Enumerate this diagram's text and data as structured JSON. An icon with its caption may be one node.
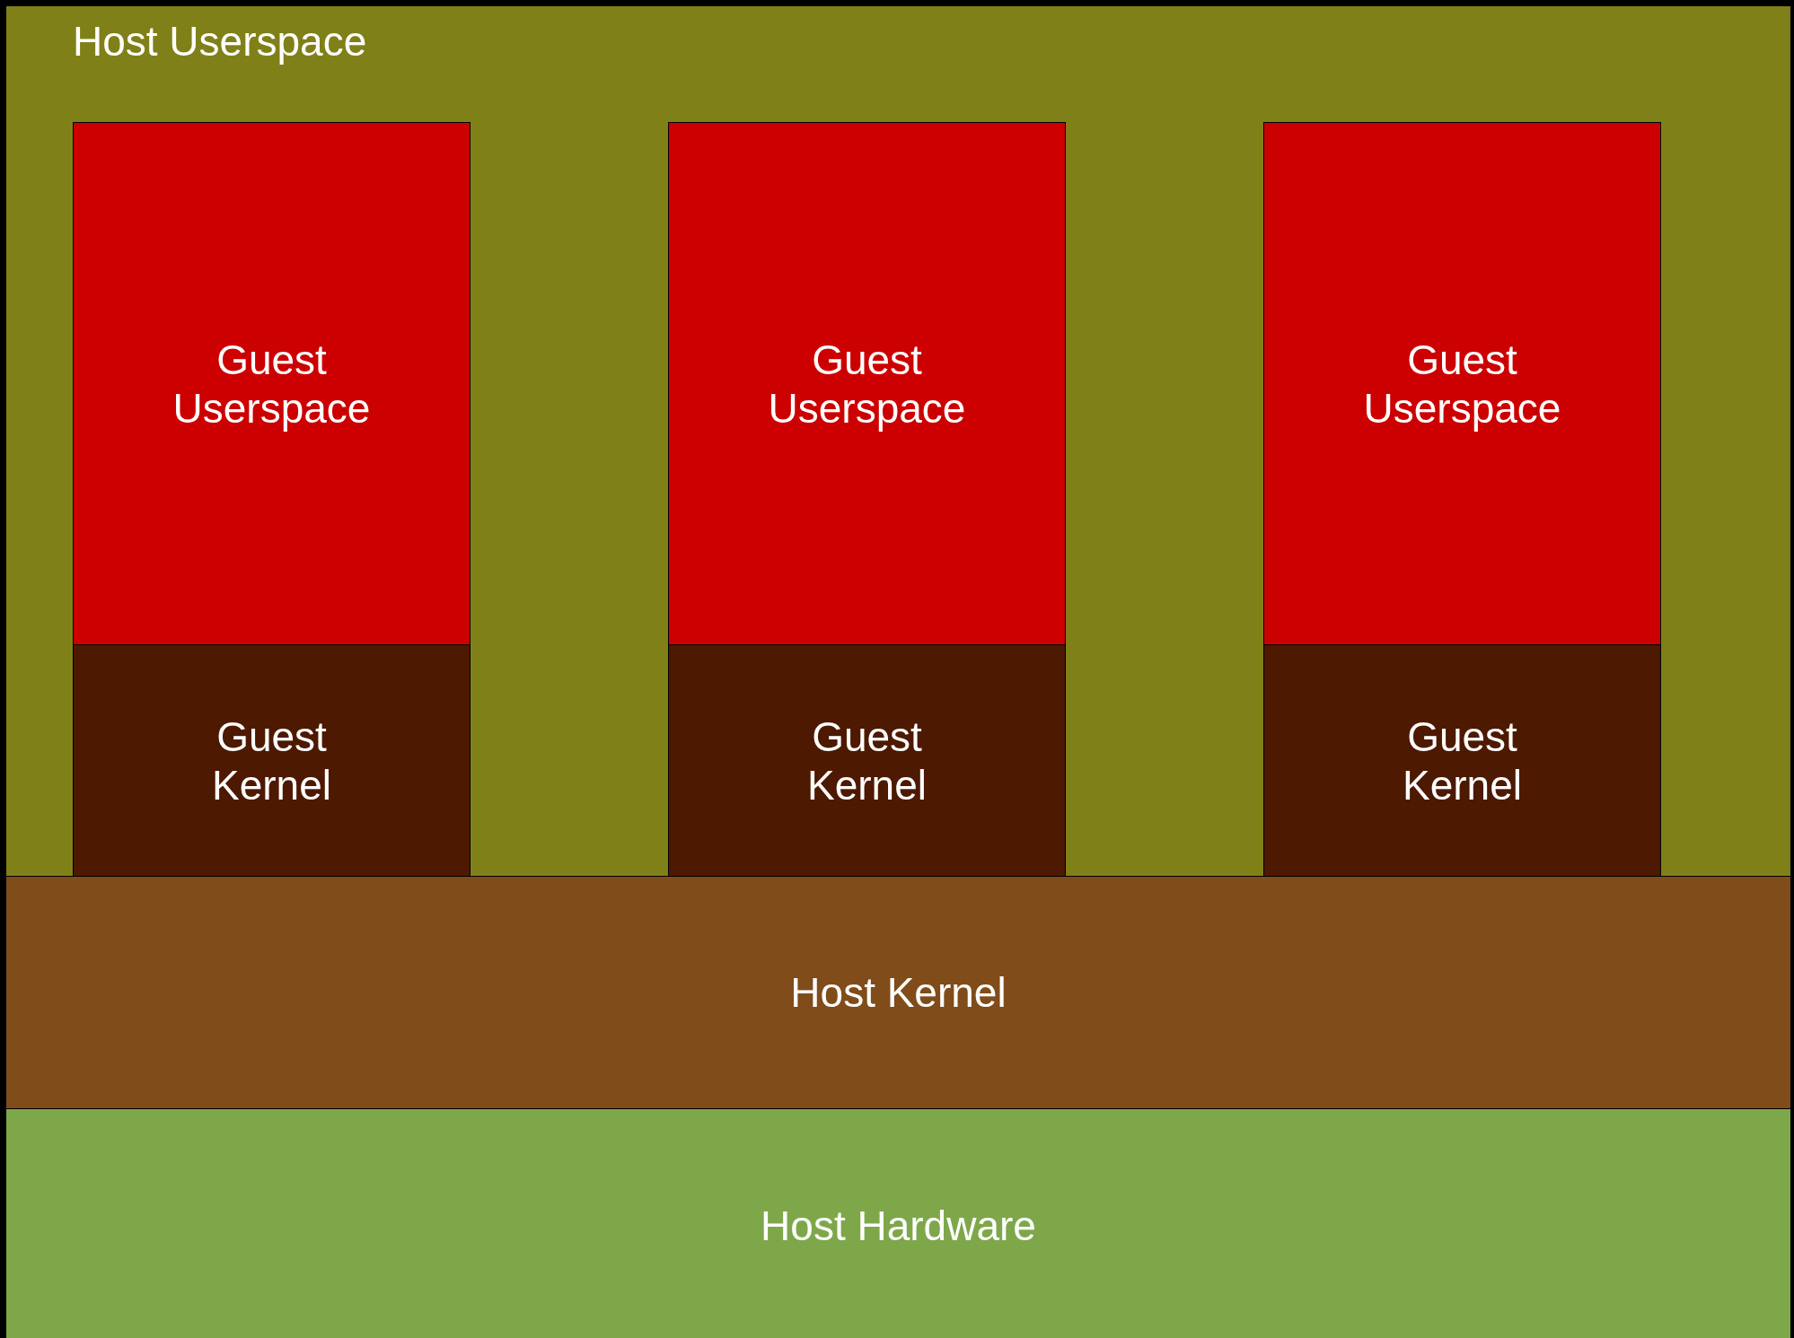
{
  "diagram": {
    "nodes": [
      {
        "text": [
          "Host Userspace"
        ]
      },
      {
        "text": [
          "Guest Userspace"
        ],
        "in": 0
      },
      {
        "text": [
          "Guest Userspace"
        ],
        "in": 0
      },
      {
        "text": [
          "Guest Userspace"
        ],
        "in": 0
      },
      {
        "text": [
          "Guest Kernel"
        ],
        "in": 0
      },
      {
        "text": [
          "Guest Kernel"
        ],
        "in": 0
      },
      {
        "text": [
          "Guest Kernel"
        ],
        "in": 0
      },
      {
        "text": [
          "Host Kernel"
        ]
      },
      {
        "text": [
          "Host Hardware"
        ]
      }
    ],
    "edges": []
  }
}
